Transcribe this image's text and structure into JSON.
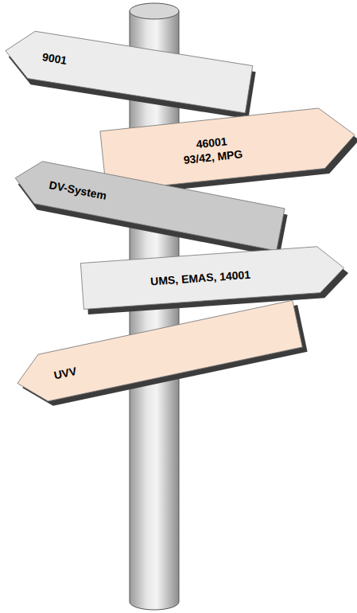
{
  "diagram": {
    "nodes": [
      {
        "text": [
          "9001"
        ]
      },
      {
        "text": [
          "46001",
          "93/42, MPG"
        ]
      },
      {
        "text": [
          "DV-System"
        ]
      },
      {
        "text": [
          "UMS, EMAS, 14001"
        ]
      },
      {
        "text": [
          "UVV"
        ]
      }
    ]
  }
}
